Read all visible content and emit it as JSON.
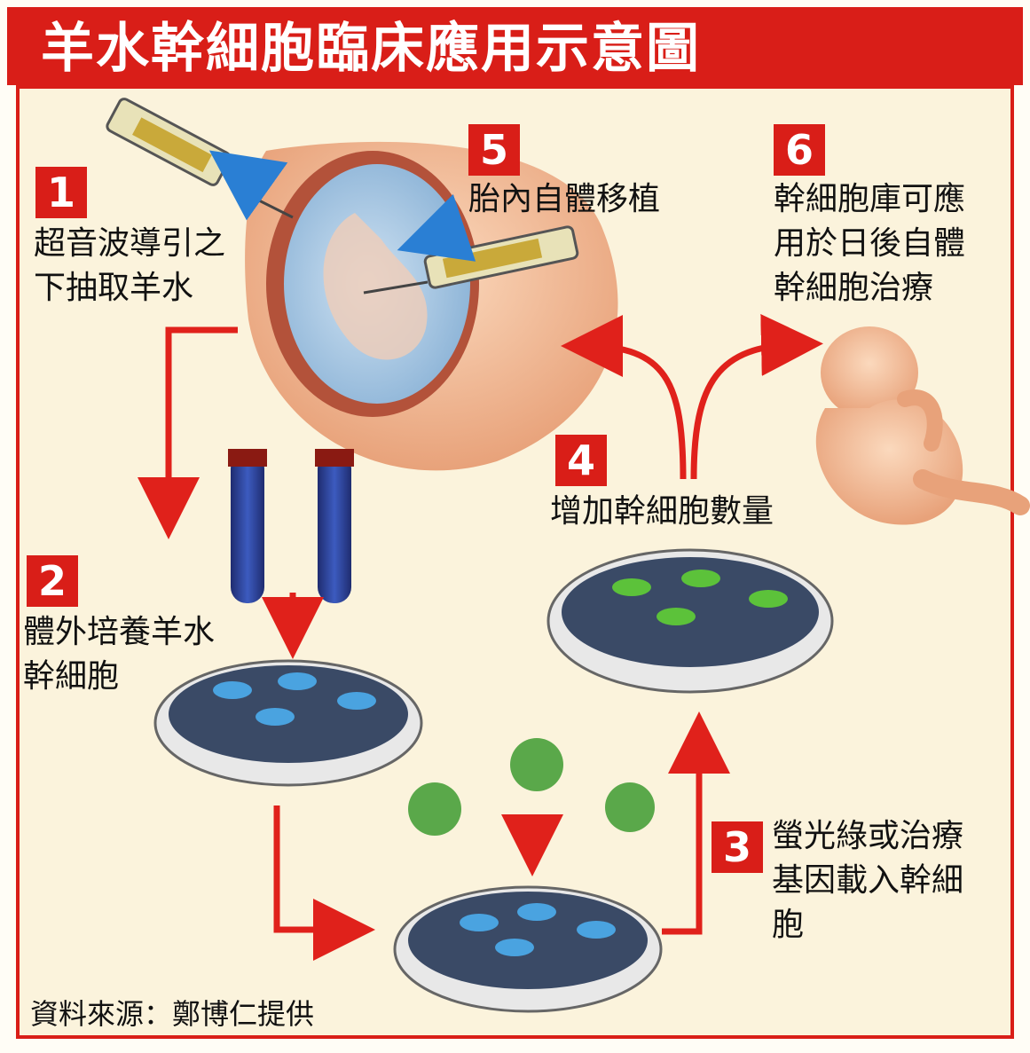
{
  "title": "羊水幹細胞臨床應用示意圖",
  "steps": [
    {
      "number": "1",
      "text": "超音波導引之\n下抽取羊水"
    },
    {
      "number": "2",
      "text": "體外培養羊水\n幹細胞"
    },
    {
      "number": "3",
      "text": "螢光綠或治療\n基因載入幹細\n胞"
    },
    {
      "number": "4",
      "text": "增加幹細胞數量"
    },
    {
      "number": "5",
      "text": "胎內自體移植"
    },
    {
      "number": "6",
      "text": "幹細胞庫可應\n用於日後自體\n幹細胞治療"
    }
  ],
  "source": "資料來源：鄭博仁提供",
  "colors": {
    "accent": "#d91e18",
    "dish_liquid": "#3a4a66",
    "cell_blue": "#4aa3e0",
    "cell_green": "#5cc23a",
    "skin": "#f2b98e"
  }
}
